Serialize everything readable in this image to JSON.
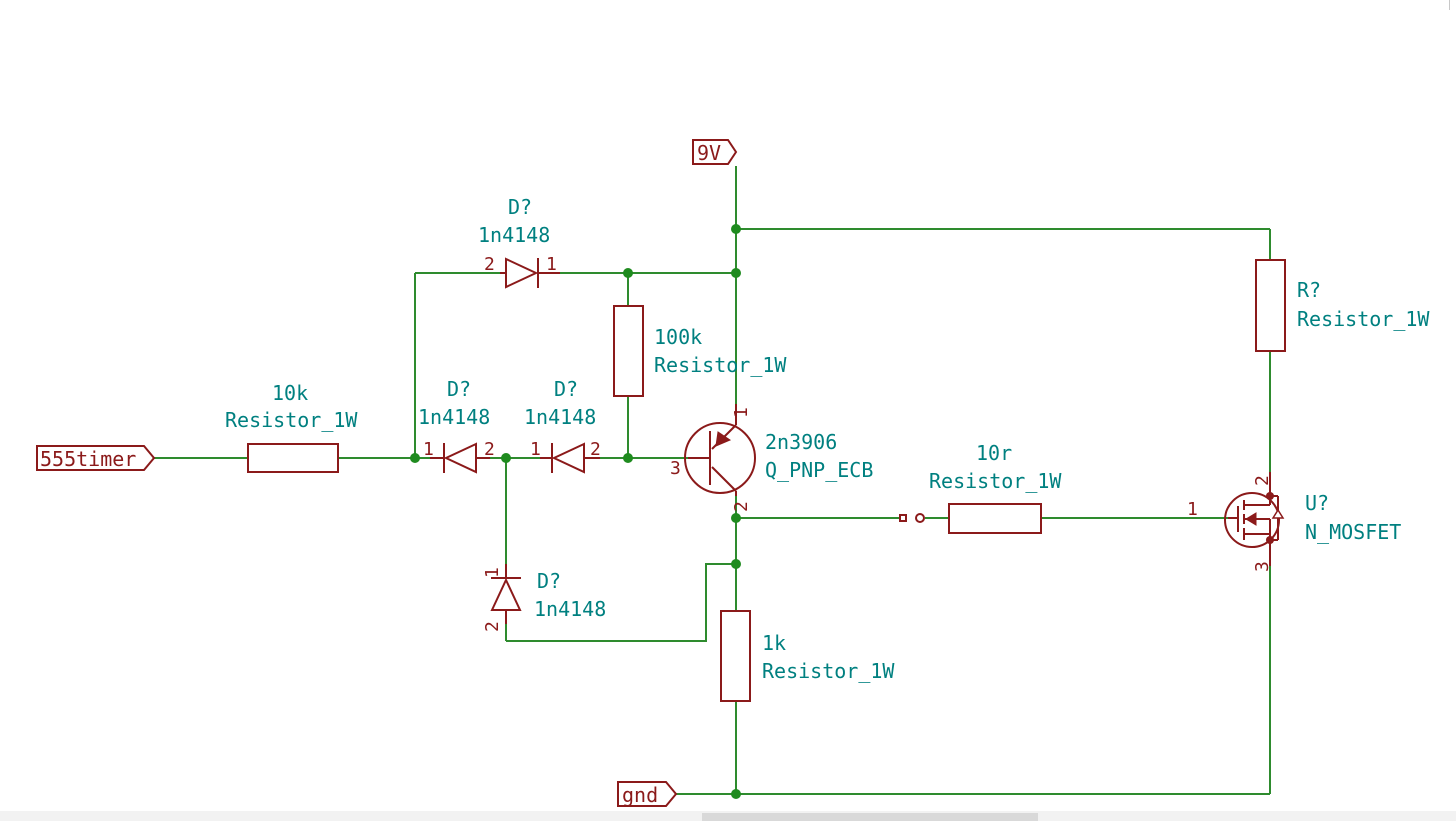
{
  "nets": {
    "vcc": "9V",
    "gnd": "gnd",
    "input": "555timer"
  },
  "components": {
    "d_top": {
      "ref": "D?",
      "value": "1n4148",
      "pin_a": "2",
      "pin_b": "1"
    },
    "d_left": {
      "ref": "D?",
      "value": "1n4148",
      "pin_a": "1",
      "pin_b": "2"
    },
    "d_mid": {
      "ref": "D?",
      "value": "1n4148",
      "pin_a": "1",
      "pin_b": "2"
    },
    "d_vert": {
      "ref": "D?",
      "value": "1n4148",
      "pin_a": "1",
      "pin_b": "2"
    },
    "r_in": {
      "ref": "10k",
      "value": "Resistor_1W"
    },
    "r_100k": {
      "ref": "100k",
      "value": "Resistor_1W"
    },
    "r_1k": {
      "ref": "1k",
      "value": "Resistor_1W"
    },
    "r_10r": {
      "ref": "10r",
      "value": "Resistor_1W"
    },
    "r_right": {
      "ref": "R?",
      "value": "Resistor_1W"
    },
    "q1": {
      "ref": "2n3906",
      "value": "Q_PNP_ECB",
      "pin_e": "1",
      "pin_c": "2",
      "pin_b": "3"
    },
    "u1": {
      "ref": "U?",
      "value": "N_MOSFET",
      "pin_g": "1",
      "pin_d": "2",
      "pin_s": "3"
    }
  },
  "icons": {
    "dot_color": "#1f8b1f",
    "wire_color": "#2e8b2e",
    "symbol_color": "#8b1a1a",
    "label_color": "#008080"
  }
}
